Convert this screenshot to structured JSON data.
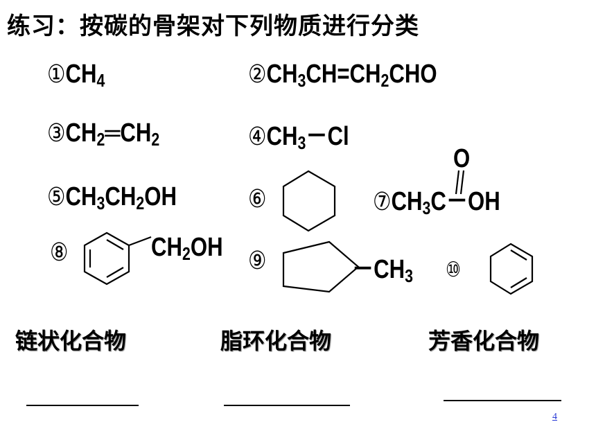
{
  "title": "练习：按碳的骨架对下列物质进行分类",
  "compounds": [
    {
      "label": "①",
      "formula": [
        "CH",
        "4"
      ]
    },
    {
      "label": "②",
      "formula": [
        "CH",
        "3",
        "CH=CH",
        "2",
        "CHO"
      ]
    },
    {
      "label": "③",
      "formula": [
        "CH",
        "2",
        "═CH",
        "2"
      ]
    },
    {
      "label": "④",
      "formula": [
        "CH",
        "3",
        "－Cl"
      ]
    },
    {
      "label": "⑤",
      "formula": [
        "CH",
        "3",
        "CH",
        "2",
        "OH"
      ]
    },
    {
      "label": "⑥",
      "structure": "cyclohexane"
    },
    {
      "label": "⑦",
      "formula": [
        "CH",
        "3",
        "C",
        "－OH"
      ],
      "carbonyl_o": "O"
    },
    {
      "label": "⑧",
      "structure": "benzene",
      "substituent": [
        "CH",
        "2",
        "OH"
      ]
    },
    {
      "label": "⑨",
      "structure": "cyclopentane",
      "substituent": [
        "－CH",
        "3"
      ]
    },
    {
      "label": "⑩",
      "structure": "cyclohexa-1,3-diene"
    }
  ],
  "categories": [
    "链状化合物",
    "脂环化合物",
    "芳香化合物"
  ],
  "page_number": "4"
}
